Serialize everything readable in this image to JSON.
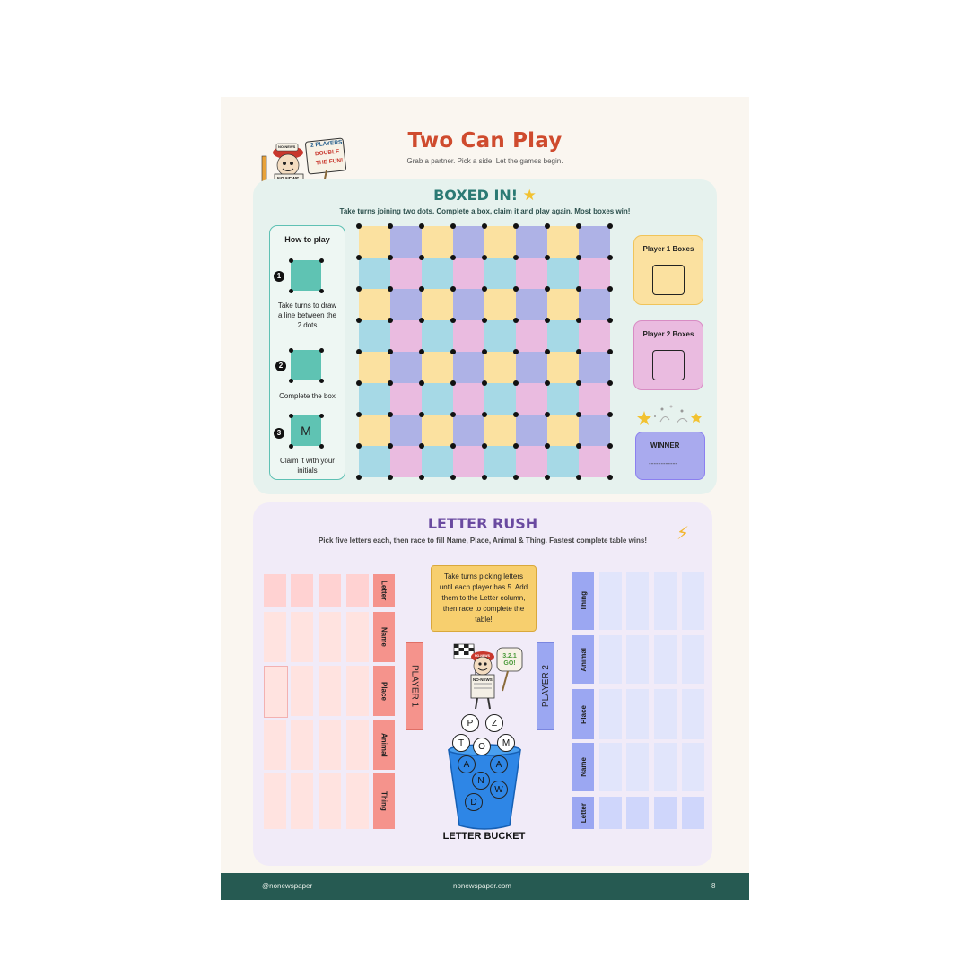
{
  "page": {
    "title": "Two Can Play",
    "subtitle": "Grab a partner. Pick a side. Let the games begin.",
    "mascot_sign": [
      "2 PLAYERS",
      "DOUBLE",
      "THE FUN!"
    ],
    "mascot_cap": "NO-NEWS",
    "mascot_paper": "NO-NEWS"
  },
  "boxed_in": {
    "title": "BOXED IN!",
    "title_icon": "star-icon",
    "subtitle": "Take turns joining two dots. Complete a box, claim it and play again. Most boxes win!",
    "how_to_play": {
      "title": "How to play",
      "steps": [
        {
          "num": "1",
          "text": "Take turns to draw a line between the 2 dots"
        },
        {
          "num": "2",
          "text": "Complete the box"
        },
        {
          "num": "3",
          "text": "Claim it with your initials",
          "initial": "M"
        }
      ]
    },
    "grid": {
      "rows": 8,
      "cols": 8,
      "colors": {
        "yellow": "#fbe1a0",
        "purple": "#aeb2e6",
        "blue": "#a6d9e6",
        "pink": "#eabbe0"
      }
    },
    "player1_label": "Player 1 Boxes",
    "player2_label": "Player 2 Boxes",
    "winner_label": "WINNER",
    "winner_blank": "------------"
  },
  "letter_rush": {
    "title": "LETTER RUSH",
    "title_icon": "lightning-icon",
    "subtitle": "Pick five letters each, then race to fill Name, Place, Animal & Thing. Fastest complete table wins!",
    "rows": [
      "Letter",
      "Name",
      "Place",
      "Animal",
      "Thing"
    ],
    "instructions": "Take turns picking letters until each player has 5. Add them to the Letter column, then race to complete the table!",
    "player1": "PLAYER 1",
    "player2": "PLAYER 2",
    "mascot_sign": "3.2.1 GO!",
    "mascot_cap": "NO-NEWS",
    "mascot_paper": "NO-NEWS",
    "bucket_letters": [
      "P",
      "Z",
      "T",
      "O",
      "M",
      "A",
      "A",
      "N",
      "W",
      "D"
    ],
    "bucket_label": "LETTER BUCKET"
  },
  "footer": {
    "handle": "@nonewspaper",
    "site": "nonewspaper.com",
    "page_number": "8"
  }
}
